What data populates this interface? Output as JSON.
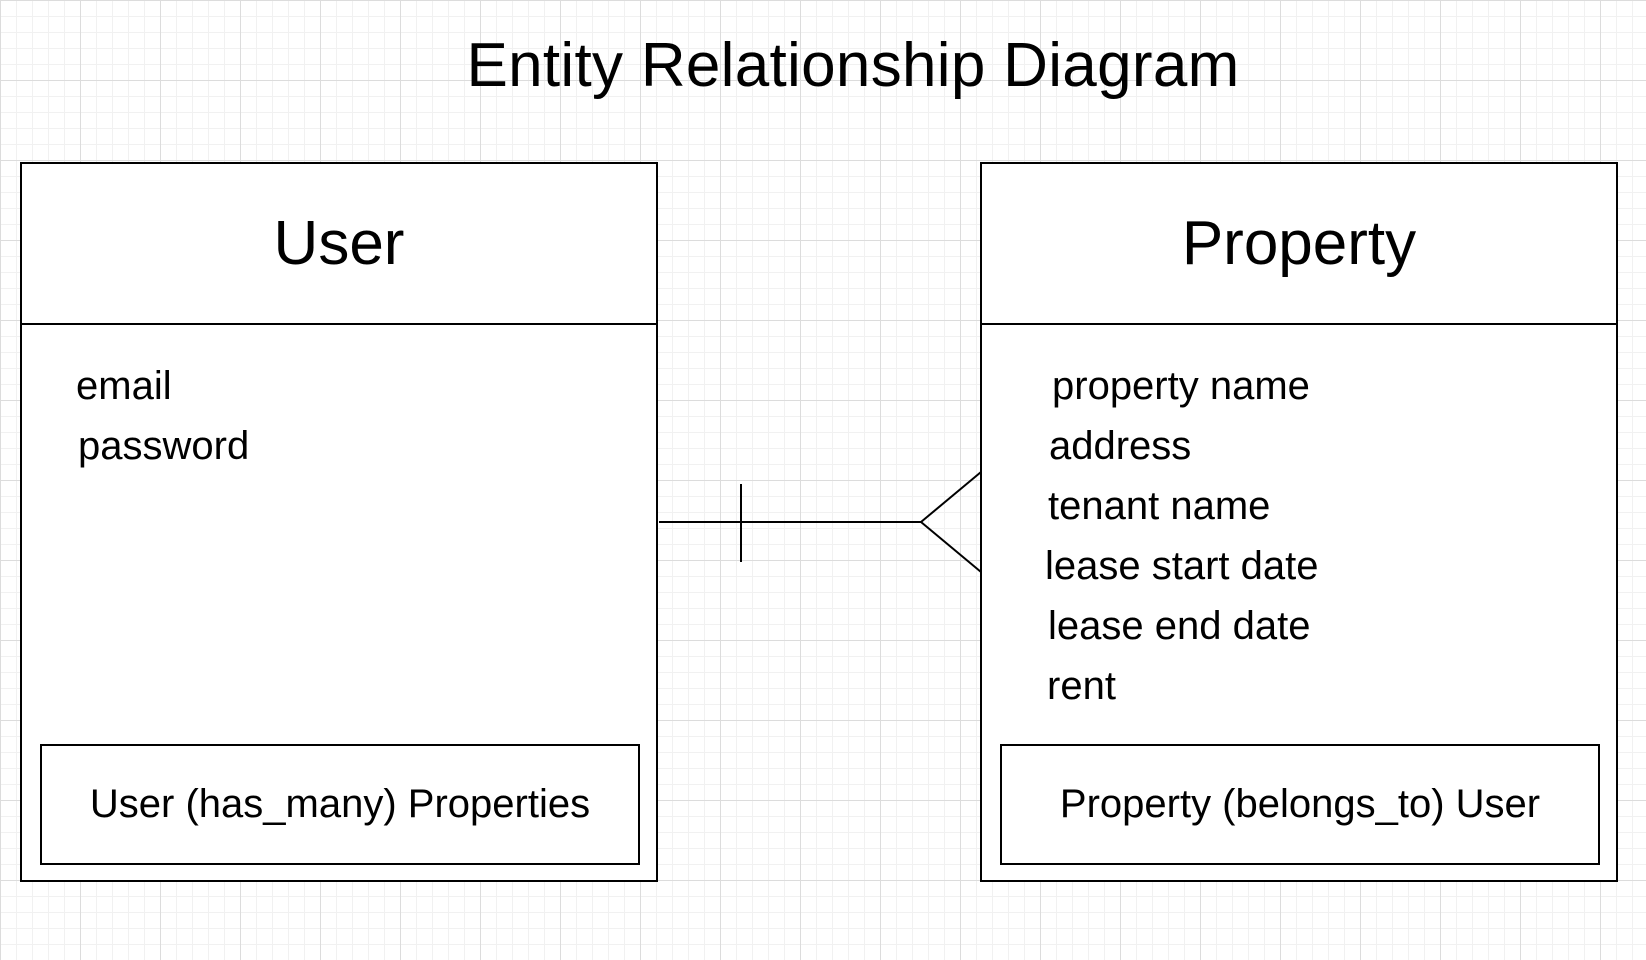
{
  "diagram": {
    "title": "Entity Relationship Diagram",
    "entities": [
      {
        "name": "User",
        "attributes": [
          "email",
          "password"
        ],
        "relationship": "User (has_many) Properties"
      },
      {
        "name": "Property",
        "attributes": [
          "property name",
          "address",
          "tenant name",
          "lease start date",
          "lease end date",
          "rent"
        ],
        "relationship": "Property (belongs_to) User"
      }
    ],
    "connector": {
      "from": "User",
      "to": "Property",
      "from_cardinality": "one",
      "to_cardinality": "many"
    }
  },
  "colors": {
    "stroke": "#000000",
    "background": "#ffffff",
    "grid": "#dcdcdc"
  }
}
